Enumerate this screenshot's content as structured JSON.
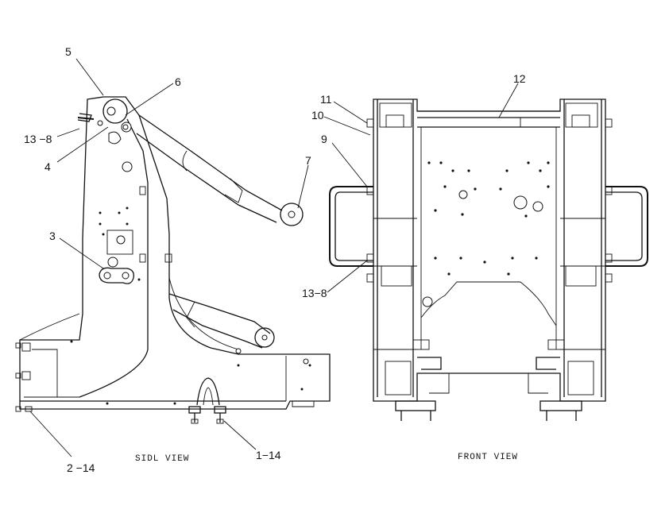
{
  "views": {
    "side_label": "SIDL VIEW",
    "front_label": "FRONT VIEW"
  },
  "callouts": {
    "c5": "5",
    "c6": "6",
    "c13_8_side": "13 −8",
    "c4": "4",
    "c7": "7",
    "c3": "3",
    "c2_14": "2 −14",
    "c1_14": "1−14",
    "c12": "12",
    "c11": "11",
    "c10": "10",
    "c9": "9",
    "c13_8_front": "13−8"
  }
}
